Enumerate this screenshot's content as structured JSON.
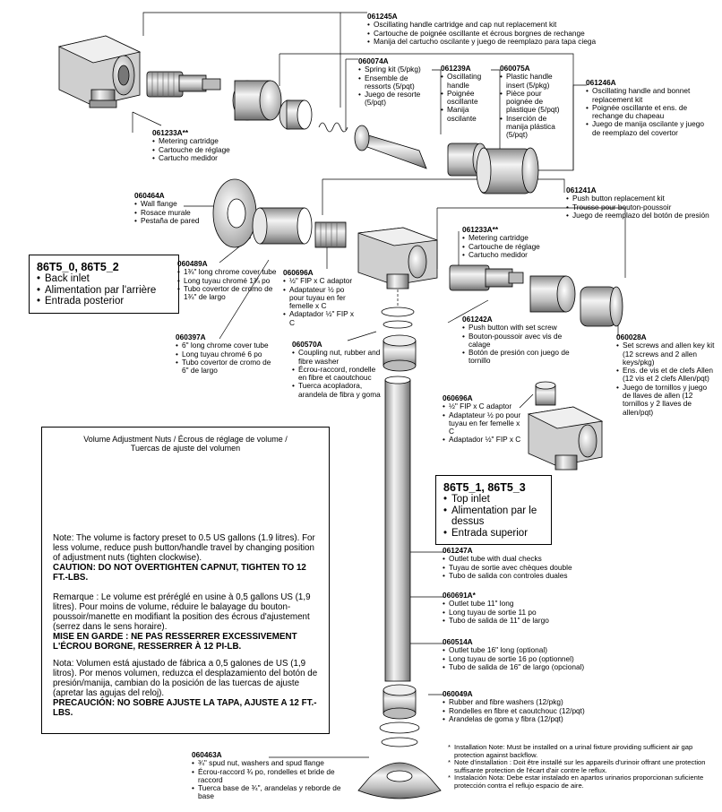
{
  "labels": {
    "p061245A": {
      "pn": "061245A",
      "lines": [
        "Oscillating handle cartridge and cap nut replacement kit",
        "Cartouche de poignée oscillante et écrous borgnes de rechange",
        "Manija del cartucho oscilante y juego de reemplazo para tapa ciega"
      ]
    },
    "p060074A": {
      "pn": "060074A",
      "lines": [
        "Spring kit (5/pkg)",
        "Ensemble de ressorts (5/pqt)",
        "Juego de resorte (5/pqt)"
      ]
    },
    "p061239A": {
      "pn": "061239A",
      "lines": [
        "Oscillating handle",
        "Poignée oscillante",
        "Manija oscilante"
      ]
    },
    "p060075A": {
      "pn": "060075A",
      "lines": [
        "Plastic handle insert (5/pkg)",
        "Pièce pour poignée de plastique (5/pqt)",
        "Inserción de manija plástica (5/pqt)"
      ]
    },
    "p061246A": {
      "pn": "061246A",
      "lines": [
        "Oscillating handle and bonnet replacement kit",
        "Poignée oscillante et ens. de rechange du chapeau",
        "Juego de manija oscilante y juego de reemplazo del covertor"
      ]
    },
    "p061233A_top": {
      "pn": "061233A**",
      "lines": [
        "Metering cartridge",
        "Cartouche de réglage",
        "Cartucho medidor"
      ]
    },
    "p060464A": {
      "pn": "060464A",
      "lines": [
        "Wall flange",
        "Rosace murale",
        "Pestaña de pared"
      ]
    },
    "p061241A": {
      "pn": "061241A",
      "lines": [
        "Push button replacement kit",
        "Trousse pour bouton-poussoir",
        "Juego de reemplazo del botón de presión"
      ]
    },
    "p061233A_mid": {
      "pn": "061233A**",
      "lines": [
        "Metering cartridge",
        "Cartouche de réglage",
        "Cartucho medidor"
      ]
    },
    "p060489A": {
      "pn": "060489A",
      "lines": [
        "1¾\" long chrome cover tube",
        "Long tuyau chromé 1¾ po",
        "Tubo covertor de cromo de 1¾\" de largo"
      ]
    },
    "p060696A_left": {
      "pn": "060696A",
      "lines": [
        "½\" FIP x C adaptor",
        "Adaptateur ½ po pour tuyau en fer femelle x C",
        "Adaptador ½\" FIP x C"
      ]
    },
    "p061242A": {
      "pn": "061242A",
      "lines": [
        "Push button with set screw",
        "Bouton-poussoir avec vis de calage",
        "Botón de presión con juego de tornillo"
      ]
    },
    "p060028A": {
      "pn": "060028A",
      "lines": [
        "Set screws and allen key kit (12 screws and 2 allen keys/pkg)",
        "Ens. de vis et de clefs Allen (12 vis et 2 clefs Allen/pqt)",
        "Juego de tornillos y juego de llaves de allen (12 tornillos y 2 llaves de allen/pqt)"
      ]
    },
    "p060397A": {
      "pn": "060397A",
      "lines": [
        "6\" long chrome cover tube",
        "Long tuyau chromé 6 po",
        "Tubo covertor de cromo de 6\" de largo"
      ]
    },
    "p060570A": {
      "pn": "060570A",
      "lines": [
        "Coupling nut, rubber and fibre washer",
        "Écrou-raccord, rondelle en fibre et caoutchouc",
        "Tuerca acopladora, arandela de fibra y goma"
      ]
    },
    "p060696A_right": {
      "pn": "060696A",
      "lines": [
        "½\" FIP x C adaptor",
        "Adaptateur ½ po pour tuyau en fer femelle x C",
        "Adaptador ½\" FIP x C"
      ]
    },
    "p061247A": {
      "pn": "061247A",
      "lines": [
        "Outlet tube with dual checks",
        "Tuyau de sortie avec chèques double",
        "Tubo de salida con controles duales"
      ]
    },
    "p060691A": {
      "pn": "060691A*",
      "lines": [
        "Outlet tube 11\" long",
        "Long tuyau de sortie 11 po",
        "Tubo de salida de 11\" de largo"
      ]
    },
    "p060514A": {
      "pn": "060514A",
      "lines": [
        "Outlet tube 16\" long (optional)",
        "Long tuyau de sortie 16 po (optionnel)",
        "Tubo de salida de 16\" de largo (opcional)"
      ]
    },
    "p060049A": {
      "pn": "060049A",
      "lines": [
        "Rubber and fibre washers (12/pkg)",
        "Rondelles en fibre et caoutchouc  (12/pqt)",
        "Arandelas de goma y fibra (12/pqt)"
      ]
    },
    "p060463A": {
      "pn": "060463A",
      "lines": [
        "¾\" spud nut, washers and spud flange",
        "Écrou-raccord ¾ po, rondelles et bride de raccord",
        "Tuerca base de ¾\", arandelas y reborde de base"
      ]
    }
  },
  "model_back": {
    "title": "86T5_0, 86T5_2",
    "lines": [
      "Back inlet",
      "Alimentation par l'arrière",
      "Entrada posterior"
    ]
  },
  "model_top": {
    "title": "86T5_1, 86T5_3",
    "lines": [
      "Top inlet",
      "Alimentation par le dessus",
      "Entrada superior"
    ]
  },
  "volume_note": {
    "header": "Volume Adjustment Nuts / Écrous de réglage de volume / Tuercas de ajuste del volumen",
    "en": "Note: The volume is factory preset to 0.5 US gallons (1.9  litres). For less volume, reduce push button/handle travel by changing position of adjustment nuts (tighten clockwise).",
    "en_caution": "CAUTION: DO NOT OVERTIGHTEN CAPNUT, TIGHTEN TO 12 FT.-LBS.",
    "fr": "Remarque : Le volume est préréglé en usine à 0,5 gallons US (1,9 litres).  Pour moins de volume, réduire le balayage du bouton-poussoir/manette en modifiant la position des écrous d'ajustement (serrez dans le sens horaire).",
    "fr_caution": "MISE EN GARDE : NE PAS RESSERRER EXCESSIVEMENT L'ÉCROU BORGNE, RESSERRER À 12 PI-LB.",
    "es": "Nota: Volumen está ajustado de fábrica a 0,5 galones de US (1,9 litros).  Por menos volumen, reduzca el desplazamiento del botón de presión/manija, cambian do la posición de las tuercas de ajuste (apretar las agujas del reloj).",
    "es_caution": "PRECAUCIÓN: NO SOBRE AJUSTE LA TAPA, AJUSTE A 12 FT.-LBS."
  },
  "install_notes": [
    "Installation Note: Must be installed on a urinal fixture providing sufficient air gap protection against backflow.",
    "Note d'installation : Doit être installé sur les appareils d'urinoir offrant une protection suffisante protection de l'écart d'air contre le reflux.",
    "Instalación Nota: Debe estar instalado en apartos urinarios proporcionan suficiente protección contra el reflujo espacio de aire."
  ]
}
